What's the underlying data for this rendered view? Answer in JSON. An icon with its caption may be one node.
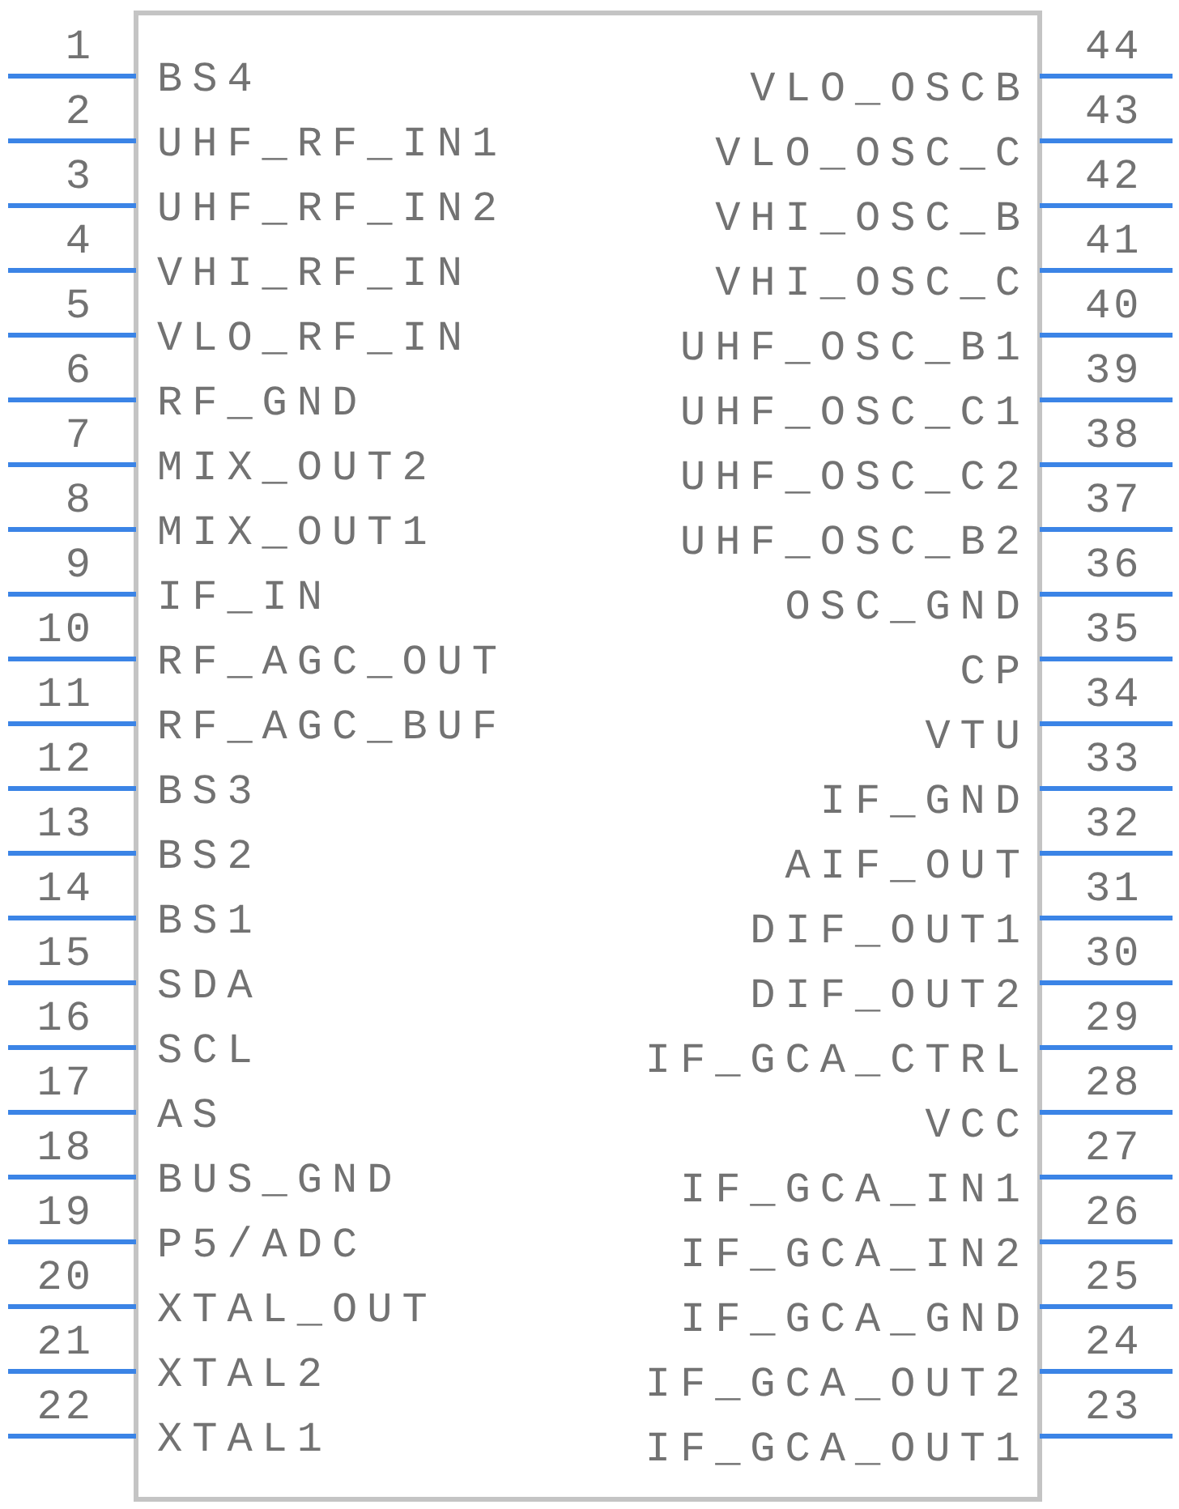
{
  "diagram": {
    "nodes": [
      {
        "text": [],
        "shape": "box"
      }
    ],
    "labels": [
      "1",
      "BS4",
      "VLO_OSCB",
      "44",
      "2",
      "UHF_RF_IN1",
      "VLO_OSC_C",
      "43",
      "3",
      "UHF_RF_IN2",
      "VHI_OSC_B",
      "42",
      "4",
      "VHI_RF_IN",
      "VHI_OSC_C",
      "41",
      "5",
      "VLO_RF_IN",
      "UHF_OSC_B1",
      "40",
      "6",
      "RF_GND",
      "UHF_OSC_C1",
      "39",
      "7",
      "MIX_OUT2",
      "UHF_OSC_C2",
      "38",
      "8",
      "MIX_OUT1",
      "UHF_OSC_B2",
      "37",
      "9",
      "IF_IN",
      "OSC_GND",
      "36",
      "10",
      "RF_AGC_OUT",
      "CP",
      "35",
      "11",
      "RF_AGC_BUF",
      "VTU",
      "34",
      "12",
      "BS3",
      "IF_GND",
      "33",
      "13",
      "BS2",
      "AIF_OUT",
      "32",
      "14",
      "BS1",
      "DIF_OUT1",
      "31",
      "15",
      "SDA",
      "DIF_OUT2",
      "30",
      "16",
      "SCL",
      "IF_GCA_CTRL",
      "29",
      "17",
      "AS",
      "VCC",
      "28",
      "18",
      "BUS_GND",
      "IF_GCA_IN1",
      "27",
      "19",
      "P5/ADC",
      "IF_GCA_IN2",
      "26",
      "20",
      "XTAL_OUT",
      "IF_GCA_GND",
      "25",
      "21",
      "XTAL2",
      "IF_GCA_OUT2",
      "24",
      "22",
      "XTAL1",
      "IF_GCA_OUT1",
      "23"
    ]
  }
}
